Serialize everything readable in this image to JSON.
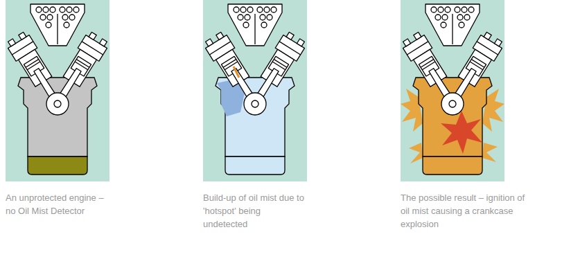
{
  "diagram": {
    "nodes": [
      {
        "text": [
          "An unprotected engine – no Oil Mist Detector"
        ]
      },
      {
        "text": [
          "Build-up of oil mist due to 'hotspot' being undetected"
        ]
      },
      {
        "text": [
          "The possible result – ignition of oil mist causing a crankcase explosion"
        ]
      }
    ]
  }
}
